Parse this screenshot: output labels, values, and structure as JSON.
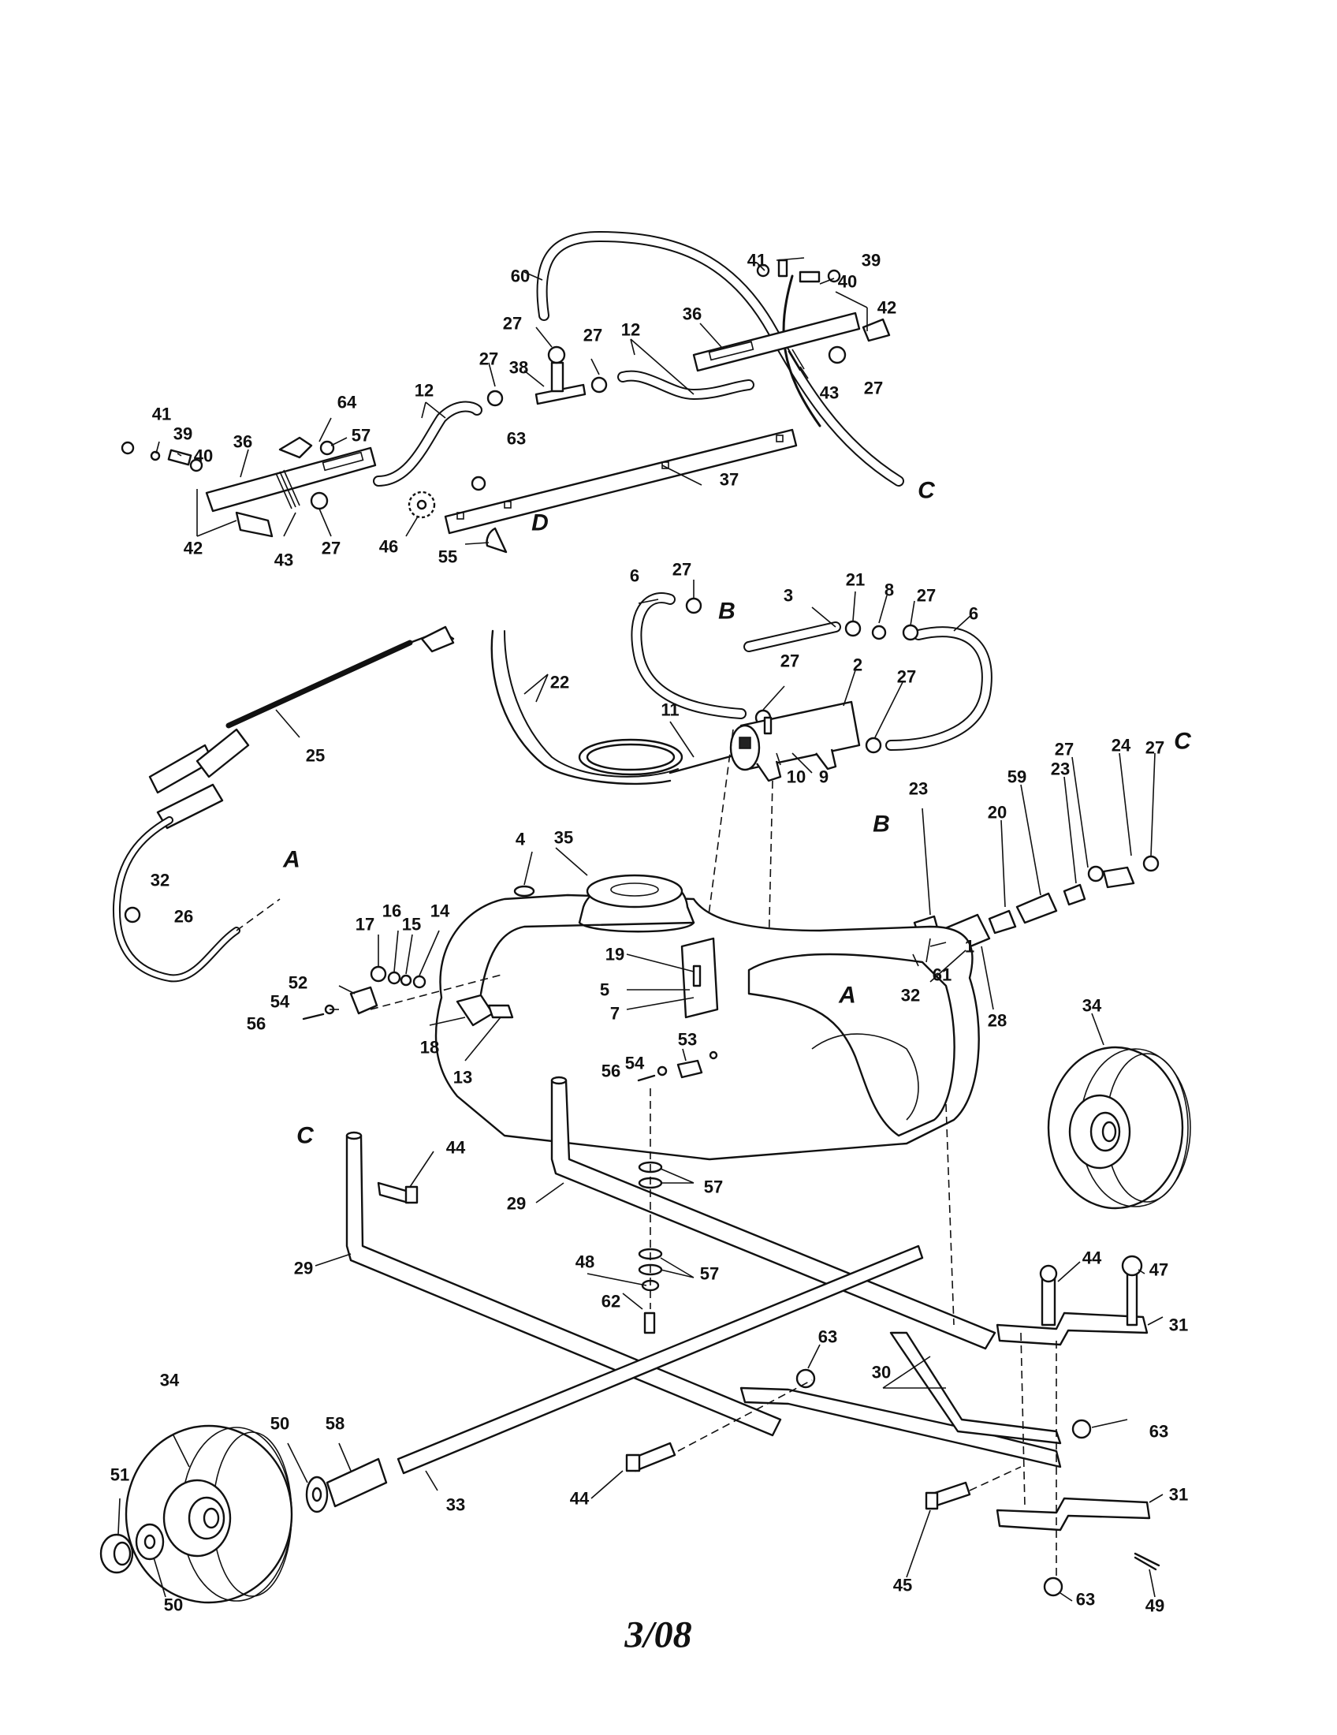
{
  "diagram": {
    "part_labels": [
      {
        "id": "60",
        "text": "60"
      },
      {
        "id": "41a",
        "text": "41"
      },
      {
        "id": "39a",
        "text": "39"
      },
      {
        "id": "40a",
        "text": "40"
      },
      {
        "id": "42a",
        "text": "42"
      },
      {
        "id": "27a",
        "text": "27"
      },
      {
        "id": "27b",
        "text": "27"
      },
      {
        "id": "12a",
        "text": "12"
      },
      {
        "id": "36a",
        "text": "36"
      },
      {
        "id": "38",
        "text": "38"
      },
      {
        "id": "27c",
        "text": "27"
      },
      {
        "id": "43a",
        "text": "43"
      },
      {
        "id": "27d",
        "text": "27"
      },
      {
        "id": "12b",
        "text": "12"
      },
      {
        "id": "64",
        "text": "64"
      },
      {
        "id": "41b",
        "text": "41"
      },
      {
        "id": "39b",
        "text": "39"
      },
      {
        "id": "40b",
        "text": "40"
      },
      {
        "id": "36b",
        "text": "36"
      },
      {
        "id": "57a",
        "text": "57"
      },
      {
        "id": "63a",
        "text": "63"
      },
      {
        "id": "37",
        "text": "37"
      },
      {
        "id": "42b",
        "text": "42"
      },
      {
        "id": "43b",
        "text": "43"
      },
      {
        "id": "27e",
        "text": "27"
      },
      {
        "id": "46",
        "text": "46"
      },
      {
        "id": "55",
        "text": "55"
      },
      {
        "id": "6a",
        "text": "6"
      },
      {
        "id": "27f",
        "text": "27"
      },
      {
        "id": "3",
        "text": "3"
      },
      {
        "id": "21",
        "text": "21"
      },
      {
        "id": "8",
        "text": "8"
      },
      {
        "id": "27g",
        "text": "27"
      },
      {
        "id": "6b",
        "text": "6"
      },
      {
        "id": "22",
        "text": "22"
      },
      {
        "id": "27h",
        "text": "27"
      },
      {
        "id": "2",
        "text": "2"
      },
      {
        "id": "27i",
        "text": "27"
      },
      {
        "id": "25",
        "text": "25"
      },
      {
        "id": "11",
        "text": "11"
      },
      {
        "id": "9",
        "text": "9"
      },
      {
        "id": "10",
        "text": "10"
      },
      {
        "id": "27j",
        "text": "27"
      },
      {
        "id": "24",
        "text": "24"
      },
      {
        "id": "27k",
        "text": "27"
      },
      {
        "id": "23a",
        "text": "23"
      },
      {
        "id": "59",
        "text": "59"
      },
      {
        "id": "23b",
        "text": "23"
      },
      {
        "id": "20",
        "text": "20"
      },
      {
        "id": "4",
        "text": "4"
      },
      {
        "id": "35",
        "text": "35"
      },
      {
        "id": "32a",
        "text": "32"
      },
      {
        "id": "26",
        "text": "26"
      },
      {
        "id": "61",
        "text": "61"
      },
      {
        "id": "28",
        "text": "28"
      },
      {
        "id": "32b",
        "text": "32"
      },
      {
        "id": "17",
        "text": "17"
      },
      {
        "id": "16",
        "text": "16"
      },
      {
        "id": "15",
        "text": "15"
      },
      {
        "id": "14",
        "text": "14"
      },
      {
        "id": "19",
        "text": "19"
      },
      {
        "id": "1",
        "text": "1"
      },
      {
        "id": "5",
        "text": "5"
      },
      {
        "id": "7",
        "text": "7"
      },
      {
        "id": "52",
        "text": "52"
      },
      {
        "id": "54a",
        "text": "54"
      },
      {
        "id": "56a",
        "text": "56"
      },
      {
        "id": "18",
        "text": "18"
      },
      {
        "id": "13",
        "text": "13"
      },
      {
        "id": "53",
        "text": "53"
      },
      {
        "id": "56b",
        "text": "56"
      },
      {
        "id": "54b",
        "text": "54"
      },
      {
        "id": "34a",
        "text": "34"
      },
      {
        "id": "44a",
        "text": "44"
      },
      {
        "id": "57b",
        "text": "57"
      },
      {
        "id": "29a",
        "text": "29"
      },
      {
        "id": "29b",
        "text": "29"
      },
      {
        "id": "48",
        "text": "48"
      },
      {
        "id": "57c",
        "text": "57"
      },
      {
        "id": "44b",
        "text": "44"
      },
      {
        "id": "47",
        "text": "47"
      },
      {
        "id": "62",
        "text": "62"
      },
      {
        "id": "31a",
        "text": "31"
      },
      {
        "id": "63b",
        "text": "63"
      },
      {
        "id": "34b",
        "text": "34"
      },
      {
        "id": "50a",
        "text": "50"
      },
      {
        "id": "58",
        "text": "58"
      },
      {
        "id": "30",
        "text": "30"
      },
      {
        "id": "63c",
        "text": "63"
      },
      {
        "id": "51",
        "text": "51"
      },
      {
        "id": "33",
        "text": "33"
      },
      {
        "id": "44c",
        "text": "44"
      },
      {
        "id": "31b",
        "text": "31"
      },
      {
        "id": "45",
        "text": "45"
      },
      {
        "id": "50b",
        "text": "50"
      },
      {
        "id": "63d",
        "text": "63"
      },
      {
        "id": "49",
        "text": "49"
      }
    ],
    "connection_refs": [
      {
        "id": "C1",
        "text": "C"
      },
      {
        "id": "D",
        "text": "D"
      },
      {
        "id": "B1",
        "text": "B"
      },
      {
        "id": "C2",
        "text": "C"
      },
      {
        "id": "B2",
        "text": "B"
      },
      {
        "id": "A1",
        "text": "A"
      },
      {
        "id": "A2",
        "text": "A"
      },
      {
        "id": "C3",
        "text": "C"
      }
    ],
    "footer_date": "3/08"
  }
}
